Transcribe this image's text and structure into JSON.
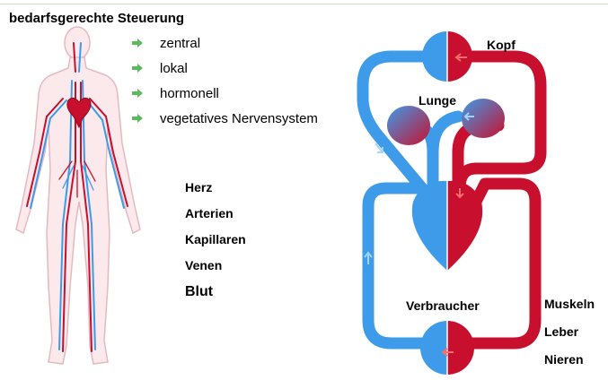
{
  "header": {
    "title": "bedarfsgerechte Steuerung"
  },
  "control_types": [
    "zentral",
    "lokal",
    "hormonell",
    "vegetatives Nervensystem"
  ],
  "components": [
    "Herz",
    "Arterien",
    "Kapillaren",
    "Venen",
    "Blut"
  ],
  "diagram": {
    "head_label": "Kopf",
    "lung_label": "Lunge",
    "consumer_label": "Verbraucher",
    "consumer_organs": [
      "Muskeln",
      "Leber",
      "Nieren"
    ]
  },
  "colors": {
    "arterial": "#c8102e",
    "venous": "#3d9be9",
    "bullet_arrow": "#5cb85c"
  }
}
